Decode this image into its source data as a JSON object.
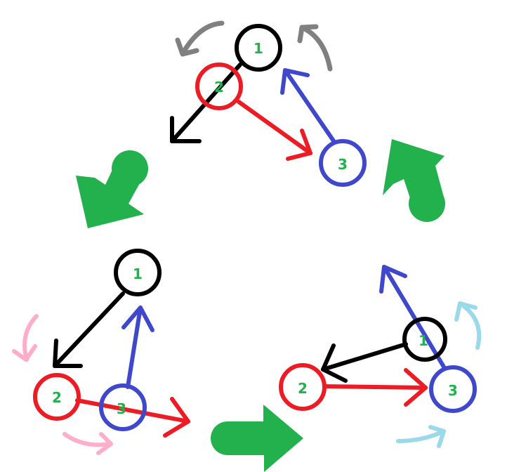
{
  "colors": {
    "node_1": "#000000",
    "node_2": "#ed1c24",
    "node_3": "#3f48cc",
    "labels": "#22b14c",
    "big_arrows": "#22b14c",
    "rotation_top": "#808080",
    "rotation_left": "#ffaec9",
    "rotation_right": "#99d9ea"
  },
  "configs": {
    "top": {
      "node_1_label": "1",
      "node_2_label": "2",
      "node_3_label": "3"
    },
    "left": {
      "node_1_label": "1",
      "node_2_label": "2",
      "node_3_label": "3"
    },
    "right": {
      "node_1_label": "1",
      "node_2_label": "2",
      "node_3_label": "3"
    }
  },
  "icons": {
    "cycle_arrows": [
      "curved-arrow-icon",
      "curved-arrow-icon",
      "curved-arrow-icon"
    ],
    "rotation_arrows": [
      "curved-arrow-icon"
    ]
  }
}
